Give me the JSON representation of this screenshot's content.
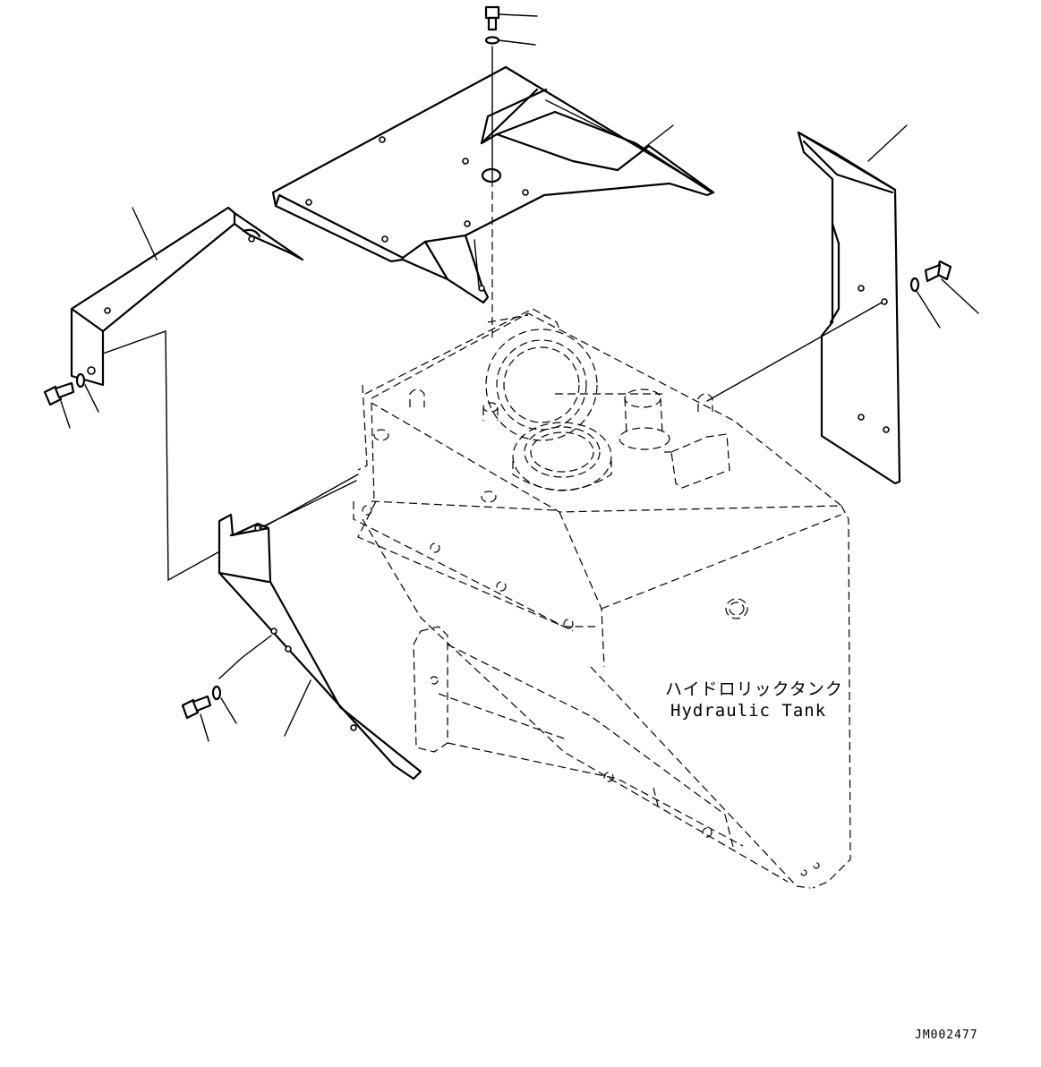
{
  "diagram": {
    "tank_label_ja": "ハイドロリックタンク",
    "tank_label_en": "Hydraulic Tank",
    "drawing_code": "JM002477"
  }
}
